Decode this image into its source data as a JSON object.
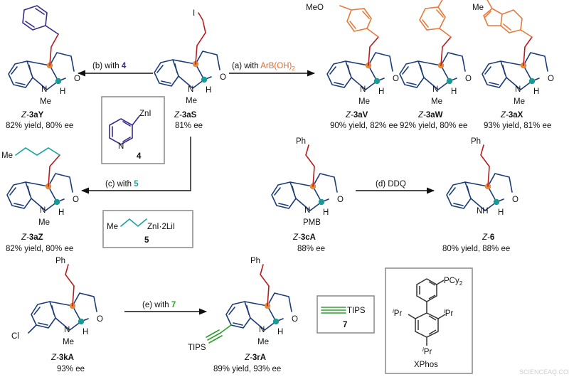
{
  "reagents": {
    "a": {
      "pre": "(a) with ",
      "reagent": "ArB(OH)",
      "sub": "2"
    },
    "b": {
      "pre": "(b) with ",
      "num": "4"
    },
    "c": {
      "pre": "(c) with ",
      "num": "5"
    },
    "d": "(d) DDQ",
    "e": {
      "pre": "(e) with ",
      "num": "7"
    }
  },
  "boxes": {
    "zinc4": {
      "znl": "ZnI",
      "num": "4"
    },
    "zinc5": {
      "me": "Me",
      "znl": "ZnI·2LiI",
      "num": "5"
    },
    "tips7": {
      "tips": "TIPS",
      "num": "7"
    },
    "xphos": {
      "pcy": "PCy",
      "pcy_sub": "2",
      "ipr": "Pr",
      "ipr_sup": "i",
      "name": "XPhos"
    }
  },
  "compounds": [
    {
      "id": "3aS",
      "prefix": "Z-",
      "code": "3aS",
      "info": "81% ee"
    },
    {
      "id": "3aY",
      "prefix": "Z-",
      "code": "3aY",
      "info": "82% yield, 80% ee"
    },
    {
      "id": "3aV",
      "prefix": "Z-",
      "code": "3aV",
      "info": "90% yield, 82% ee"
    },
    {
      "id": "3aW",
      "prefix": "Z-",
      "code": "3aW",
      "info": "92% yield,  80% ee"
    },
    {
      "id": "3aX",
      "prefix": "Z-",
      "code": "3aX",
      "info": "93% yield, 81% ee"
    },
    {
      "id": "3aZ",
      "prefix": "Z-",
      "code": "3aZ",
      "info": "82% yield, 80% ee"
    },
    {
      "id": "3cA",
      "prefix": "Z-",
      "code": "3cA",
      "info": "88% ee"
    },
    {
      "id": "6",
      "prefix": "Z-",
      "code": "6",
      "info": "80% yield, 88% ee"
    },
    {
      "id": "3kA",
      "prefix": "Z-",
      "code": "3kA",
      "info": "93% ee"
    },
    {
      "id": "3rA",
      "prefix": "Z-",
      "code": "3rA",
      "info": "89% yield, 93% ee"
    }
  ],
  "atoms": {
    "N": "N",
    "H": "H",
    "O": "O",
    "Me": "Me",
    "NH": "NH",
    "PMB": "PMB",
    "I": "I",
    "MeO": "MeO",
    "Ph": "Ph",
    "Cl": "Cl",
    "TIPS": "TIPS"
  },
  "watermark": "SCIENCEAQ.COM"
}
